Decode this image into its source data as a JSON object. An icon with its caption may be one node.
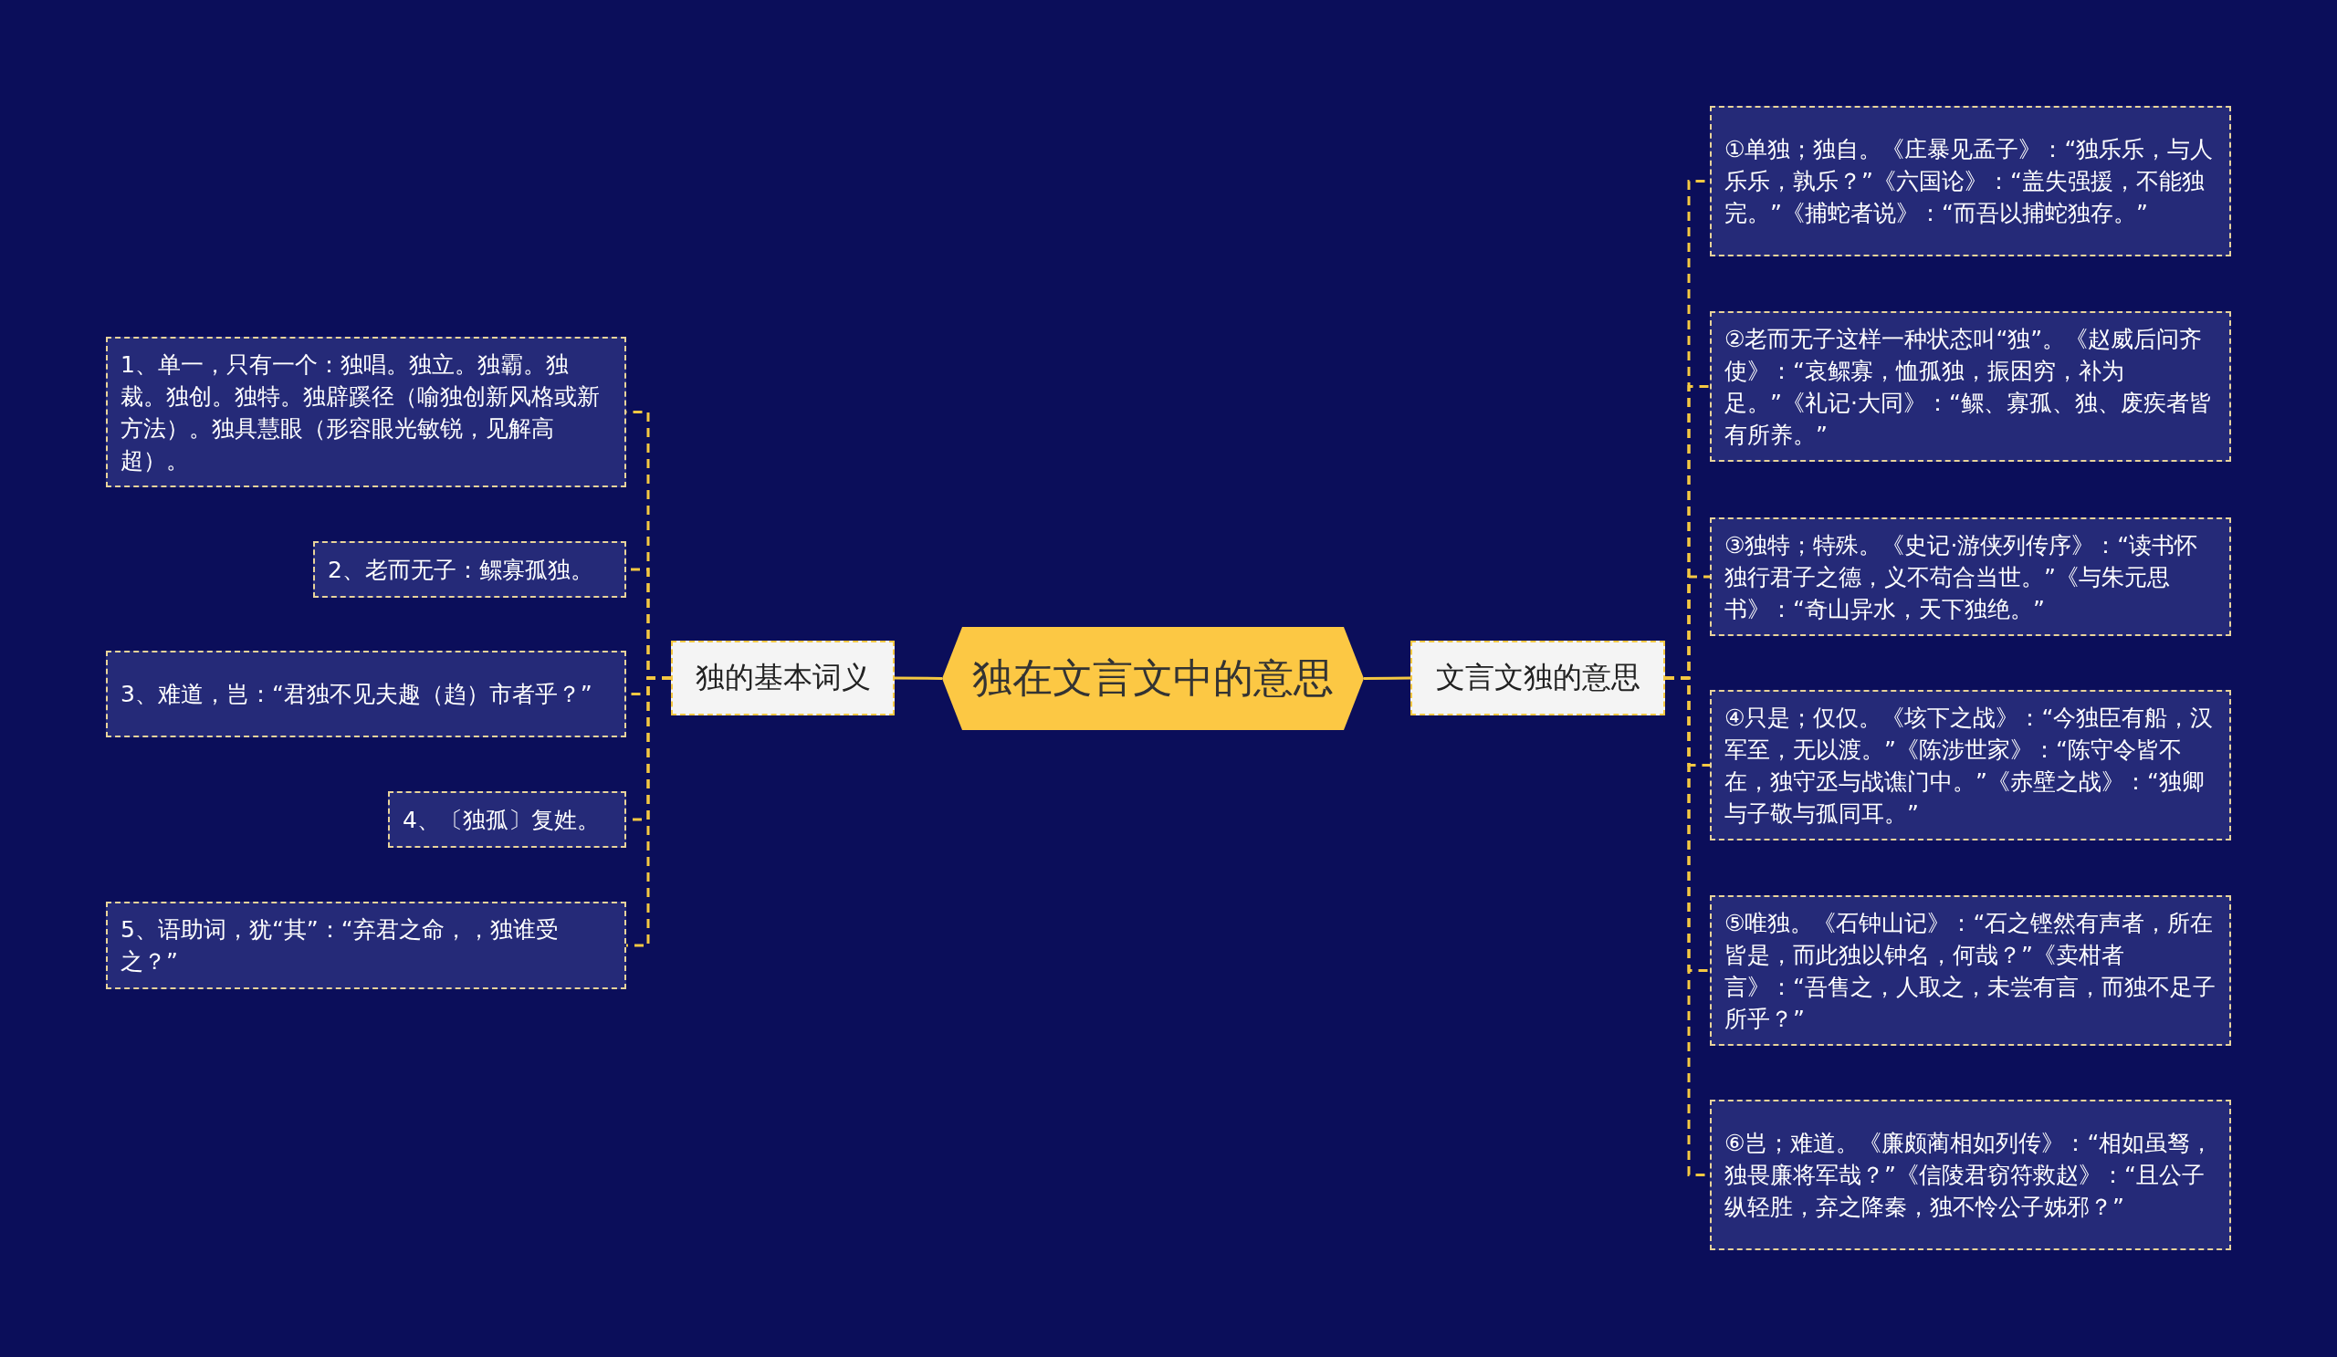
{
  "diagram": {
    "nodes": [
      {
        "text": [
          "独在文言文中的意思"
        ]
      },
      {
        "text": [
          "独的基本词义"
        ]
      },
      {
        "text": [
          "1、单一，只有一个：独唱。独立。独霸。独裁。独创。独特。独辟蹊径（喻独创新风格或新方法）。独具慧眼（形容眼光敏锐，见解高超）。"
        ]
      },
      {
        "text": [
          "2、老而无子：鳏寡孤独。"
        ]
      },
      {
        "text": [
          "3、难道，岂：“君独不见夫趣（趋）市者乎？”"
        ]
      },
      {
        "text": [
          "4、〔独孤〕复姓。"
        ]
      },
      {
        "text": [
          "5、语助词，犹“其”：“弃君之命，，独谁受之？”"
        ]
      },
      {
        "text": [
          "文言文独的意思"
        ]
      },
      {
        "text": [
          "①单独；独自。《庄暴见孟子》：“独乐乐，与人乐乐，孰乐？”《六国论》：“盖失强援，不能独完。”《捕蛇者说》：“而吾以捕蛇独存。”"
        ]
      },
      {
        "text": [
          "②老而无子这样一种状态叫“独”。《赵威后问齐使》：“哀鳏寡，恤孤独，振困穷，补为足。”《礼记·大同》：“鳏、寡孤、独、废疾者皆有所养。”"
        ]
      },
      {
        "text": [
          "③独特；特殊。《史记·游侠列传序》：“读书怀独行君子之德，义不苟合当世。”《与朱元思书》：“奇山异水，天下独绝。”"
        ]
      },
      {
        "text": [
          "④只是；仅仅。《垓下之战》：“今独臣有船，汉军至，无以渡。”《陈涉世家》：“陈守令皆不在，独守丞与战谯门中。”《赤壁之战》：“独卿与子敬与孤同耳。”"
        ]
      },
      {
        "text": [
          "⑤唯独。《石钟山记》：“石之铿然有声者，所在皆是，而此独以钟名，何哉？”《卖柑者言》：“吾售之，人取之，未尝有言，而独不足子所乎？”"
        ]
      },
      {
        "text": [
          "⑥岂；难道。《廉颇蔺相如列传》：“相如虽驽，独畏廉将军哉？”《信陵君窃符救赵》：“且公子纵轻胜，弃之降秦，独不怜公子姊邪？”"
        ]
      }
    ],
    "edges": [
      {
        "from": 0,
        "to": 1,
        "arrow": "none"
      },
      {
        "from": 0,
        "to": 7,
        "arrow": "none"
      },
      {
        "from": 1,
        "to": 2,
        "arrow": "none",
        "style": "dashed"
      },
      {
        "from": 1,
        "to": 3,
        "arrow": "none",
        "style": "dashed"
      },
      {
        "from": 1,
        "to": 4,
        "arrow": "none",
        "style": "dashed"
      },
      {
        "from": 1,
        "to": 5,
        "arrow": "none",
        "style": "dashed"
      },
      {
        "from": 1,
        "to": 6,
        "arrow": "none",
        "style": "dashed"
      },
      {
        "from": 7,
        "to": 8,
        "arrow": "none",
        "style": "dashed"
      },
      {
        "from": 7,
        "to": 9,
        "arrow": "none",
        "style": "dashed"
      },
      {
        "from": 7,
        "to": 10,
        "arrow": "none",
        "style": "dashed"
      },
      {
        "from": 7,
        "to": 11,
        "arrow": "none",
        "style": "dashed"
      },
      {
        "from": 7,
        "to": 12,
        "arrow": "none",
        "style": "dashed"
      },
      {
        "from": 7,
        "to": 13,
        "arrow": "none",
        "style": "dashed"
      }
    ]
  }
}
